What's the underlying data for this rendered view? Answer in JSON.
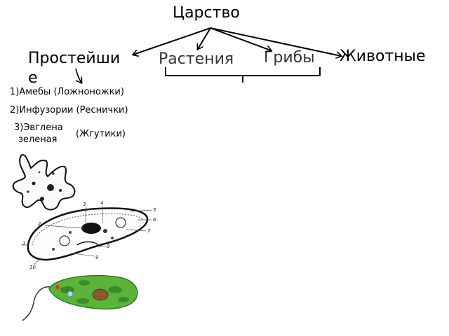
{
  "title": "Царство",
  "kingdoms": {
    "protists": "Простейшие",
    "plants": "Растения",
    "fungi": "Грибы",
    "animals": "Животные"
  },
  "protists_list": {
    "item1": "1)Амебы (Ложноножки)",
    "item2": "2)Инфузории (Реснички)",
    "item3_name_line1": "3)Эвглена",
    "item3_name_line2": "зеленая",
    "item3_note": "(Жгутики)"
  },
  "paramecium_labels": [
    "3",
    "4",
    "2",
    "5",
    "6",
    "7",
    "8",
    "1",
    "9",
    "10"
  ],
  "colors": {
    "euglena_body": "#5cb33a",
    "euglena_dark": "#2e7d1f",
    "nucleus": "#8a5a2b",
    "eyespot": "#d43a2a",
    "amoeba_nucleus": "#222222"
  }
}
